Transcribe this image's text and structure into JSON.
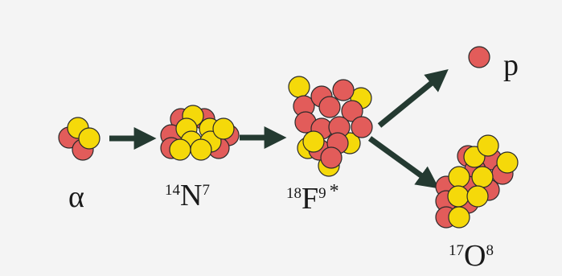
{
  "colors": {
    "proton": "#e25c5a",
    "neutron": "#f5d90a",
    "outline": "#2a2a2a",
    "arrow": "#243a31",
    "background": "#f4f4f4"
  },
  "labels": {
    "alpha": {
      "symbol": "α"
    },
    "nitrogen": {
      "mass": "14",
      "symbol": "N",
      "atomic": "7"
    },
    "fluorine": {
      "mass": "18",
      "symbol": "F",
      "atomic": "9",
      "excited": "*"
    },
    "proton": {
      "symbol": "p"
    },
    "oxygen": {
      "mass": "17",
      "symbol": "O",
      "atomic": "8"
    }
  }
}
